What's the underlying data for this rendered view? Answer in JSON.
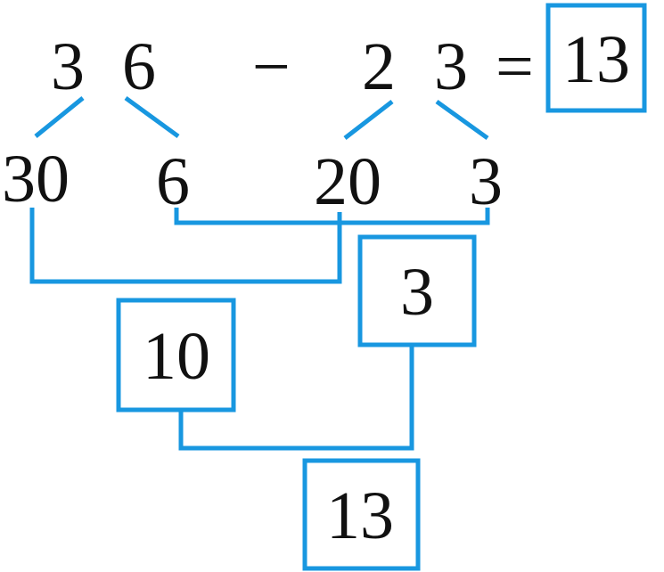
{
  "equation": {
    "minuend_tens": "3",
    "minuend_ones": "6",
    "operator": "−",
    "subtrahend_tens": "2",
    "subtrahend_ones": "3",
    "equals": "=",
    "result": "13"
  },
  "decomposition": {
    "minuend_tens_part": "30",
    "minuend_ones_part": "6",
    "subtrahend_tens_part": "20",
    "subtrahend_ones_part": "3"
  },
  "partials": {
    "ones_difference": "3",
    "tens_difference": "10",
    "final_sum": "13"
  },
  "colors": {
    "line": "#1897e0",
    "text": "#111111"
  }
}
